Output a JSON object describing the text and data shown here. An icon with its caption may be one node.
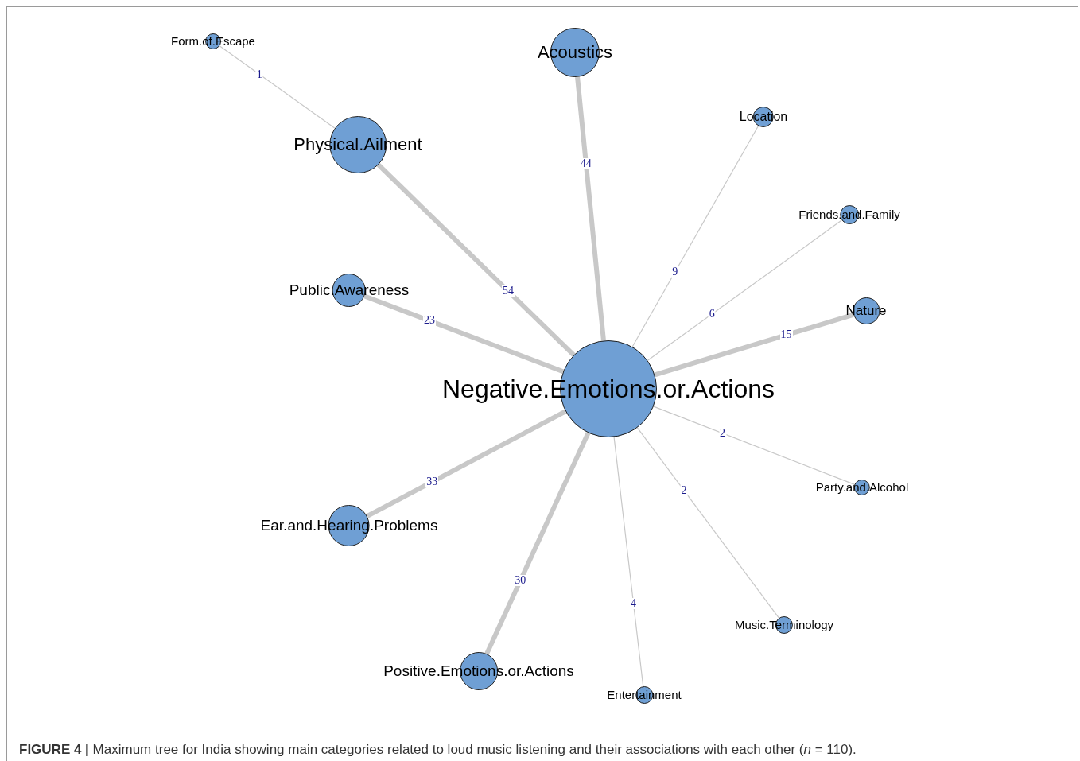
{
  "diagram": {
    "caption": "**FIGURE 4 |** Maximum tree for India showing main categories related to loud music listening and their associations with each other (*n* = 110).",
    "nodes": [
      {
        "text": [
          "Form.of.Escape"
        ]
      },
      {
        "text": [
          "Acoustics"
        ]
      },
      {
        "text": [
          "Physical.Ailment"
        ]
      },
      {
        "text": [
          "Location"
        ]
      },
      {
        "text": [
          "Friends.and.Family"
        ]
      },
      {
        "text": [
          "Public.Awareness"
        ]
      },
      {
        "text": [
          "Nature"
        ]
      },
      {
        "text": [
          "Negative.Emotions.or.Actions"
        ]
      },
      {
        "text": [
          "Party.and.Alcohol"
        ]
      },
      {
        "text": [
          "Ear.and.Hearing.Problems"
        ]
      },
      {
        "text": [
          "Music.Terminology"
        ]
      },
      {
        "text": [
          "Positive.Emotions.or.Actions"
        ]
      },
      {
        "text": [
          "Entertainment"
        ]
      }
    ],
    "edges": [
      {
        "from": 0,
        "to": 2,
        "arrow": "none",
        "label": "1"
      },
      {
        "from": 2,
        "to": 7,
        "arrow": "none",
        "label": "54",
        "style": "thick"
      },
      {
        "from": 1,
        "to": 7,
        "arrow": "none",
        "label": "44",
        "style": "thick"
      },
      {
        "from": 3,
        "to": 7,
        "arrow": "none",
        "label": "9"
      },
      {
        "from": 4,
        "to": 7,
        "arrow": "none",
        "label": "6"
      },
      {
        "from": 5,
        "to": 7,
        "arrow": "none",
        "label": "23",
        "style": "thick"
      },
      {
        "from": 6,
        "to": 7,
        "arrow": "none",
        "label": "15",
        "style": "thick"
      },
      {
        "from": 7,
        "to": 8,
        "arrow": "none",
        "label": "2"
      },
      {
        "from": 7,
        "to": 10,
        "arrow": "none",
        "label": "2"
      },
      {
        "from": 7,
        "to": 12,
        "arrow": "none",
        "label": "4"
      },
      {
        "from": 7,
        "to": 11,
        "arrow": "none",
        "label": "30",
        "style": "thick"
      },
      {
        "from": 7,
        "to": 9,
        "arrow": "none",
        "label": "33",
        "style": "thick"
      }
    ]
  }
}
